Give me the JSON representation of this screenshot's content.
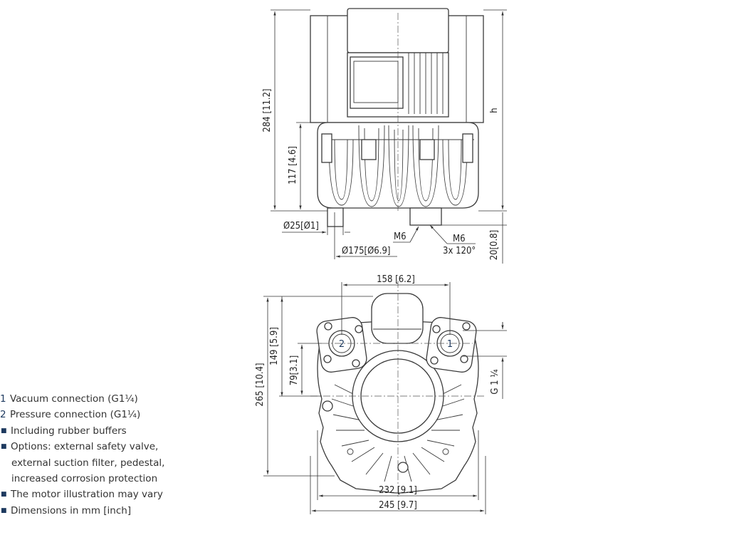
{
  "dimensions": {
    "height_284": "284 [11.2]",
    "height_117": "117 [4.6]",
    "diam_25": "Ø25[Ø1]",
    "diam_175": "Ø175[Ø6.9]",
    "m6_left": "M6",
    "m6_right": "M6",
    "m6_spacing": "3x 120°",
    "h_label": "h",
    "foot_20": "20[0.8]",
    "width_158": "158 [6.2]",
    "height_149": "149 [5.9]",
    "height_79": "79[3.1]",
    "height_265": "265 [10.4]",
    "thread_g": "G 1 ¼",
    "width_232": "232 [9.1]",
    "width_245": "245 [9.7]"
  },
  "ports": {
    "port1": "1",
    "port2": "2"
  },
  "notes": {
    "n1_marker": "1",
    "n1_text": "Vacuum connection (G1¼)",
    "n2_marker": "2",
    "n2_text": "Pressure connection (G1¼)",
    "n3_text": "Including rubber buffers",
    "n4_line1": "Options: external safety valve,",
    "n4_line2": "external suction filter, pedestal,",
    "n4_line3": "increased corrosion protection",
    "n5_text": "The motor illustration may vary",
    "n6_text": "Dimensions in mm [inch]"
  }
}
